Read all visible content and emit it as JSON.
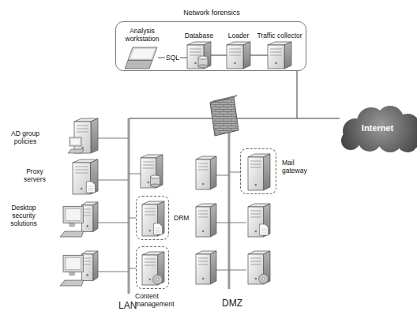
{
  "diagram": {
    "nodes": [
      {
        "text": [
          "Network forensics"
        ]
      },
      {
        "text": [
          "Analysis workstation"
        ],
        "in": 0
      },
      {
        "text": [
          "Database"
        ],
        "in": 0
      },
      {
        "text": [
          "Loader"
        ],
        "in": 0
      },
      {
        "text": [
          "Traffic collector"
        ],
        "in": 0
      },
      {
        "text": [
          "Internet"
        ]
      },
      {
        "text": [
          "AD group policies"
        ]
      },
      {
        "text": [
          "Proxy servers"
        ]
      },
      {
        "text": [
          "Desktop security solutions"
        ]
      },
      {
        "text": [
          "Mail gateway"
        ]
      },
      {
        "text": [
          "DRM"
        ]
      },
      {
        "text": [
          "Content management"
        ]
      }
    ],
    "edges": [
      {
        "from": 1,
        "to": 2,
        "label": "SQL",
        "arrow": "none"
      },
      {
        "from": 2,
        "to": 3,
        "arrow": "none"
      },
      {
        "from": 3,
        "to": 4,
        "arrow": "none"
      }
    ],
    "labels": [
      "LAN",
      "DMZ"
    ]
  }
}
